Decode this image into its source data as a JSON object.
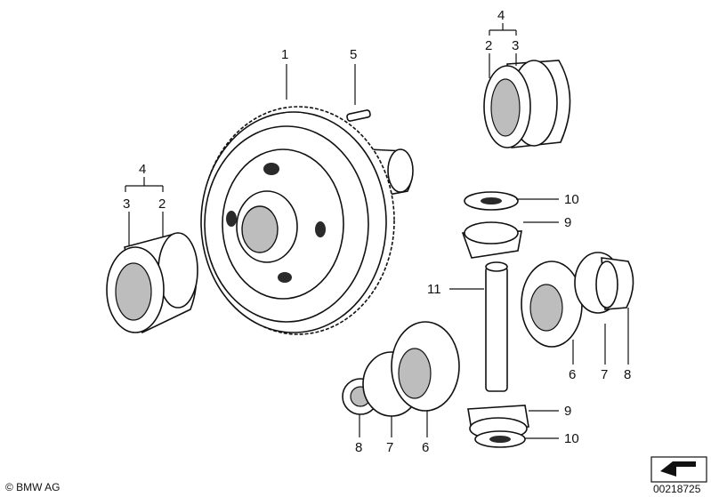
{
  "diagram": {
    "callouts": {
      "c1": "1",
      "c5": "5",
      "c4_top": "4",
      "c2_top": "2",
      "c3_top": "3",
      "c4_left": "4",
      "c3_left": "3",
      "c2_left": "2",
      "c10_top": "10",
      "c9_top": "9",
      "c11": "11",
      "c6_right": "6",
      "c7_right": "7",
      "c8_right": "8",
      "c8_bottom": "8",
      "c7_bottom": "7",
      "c6_bottom": "6",
      "c9_bottom": "9",
      "c10_bottom": "10"
    },
    "copyright": "© BMW AG",
    "drawing_number": "00218725"
  }
}
